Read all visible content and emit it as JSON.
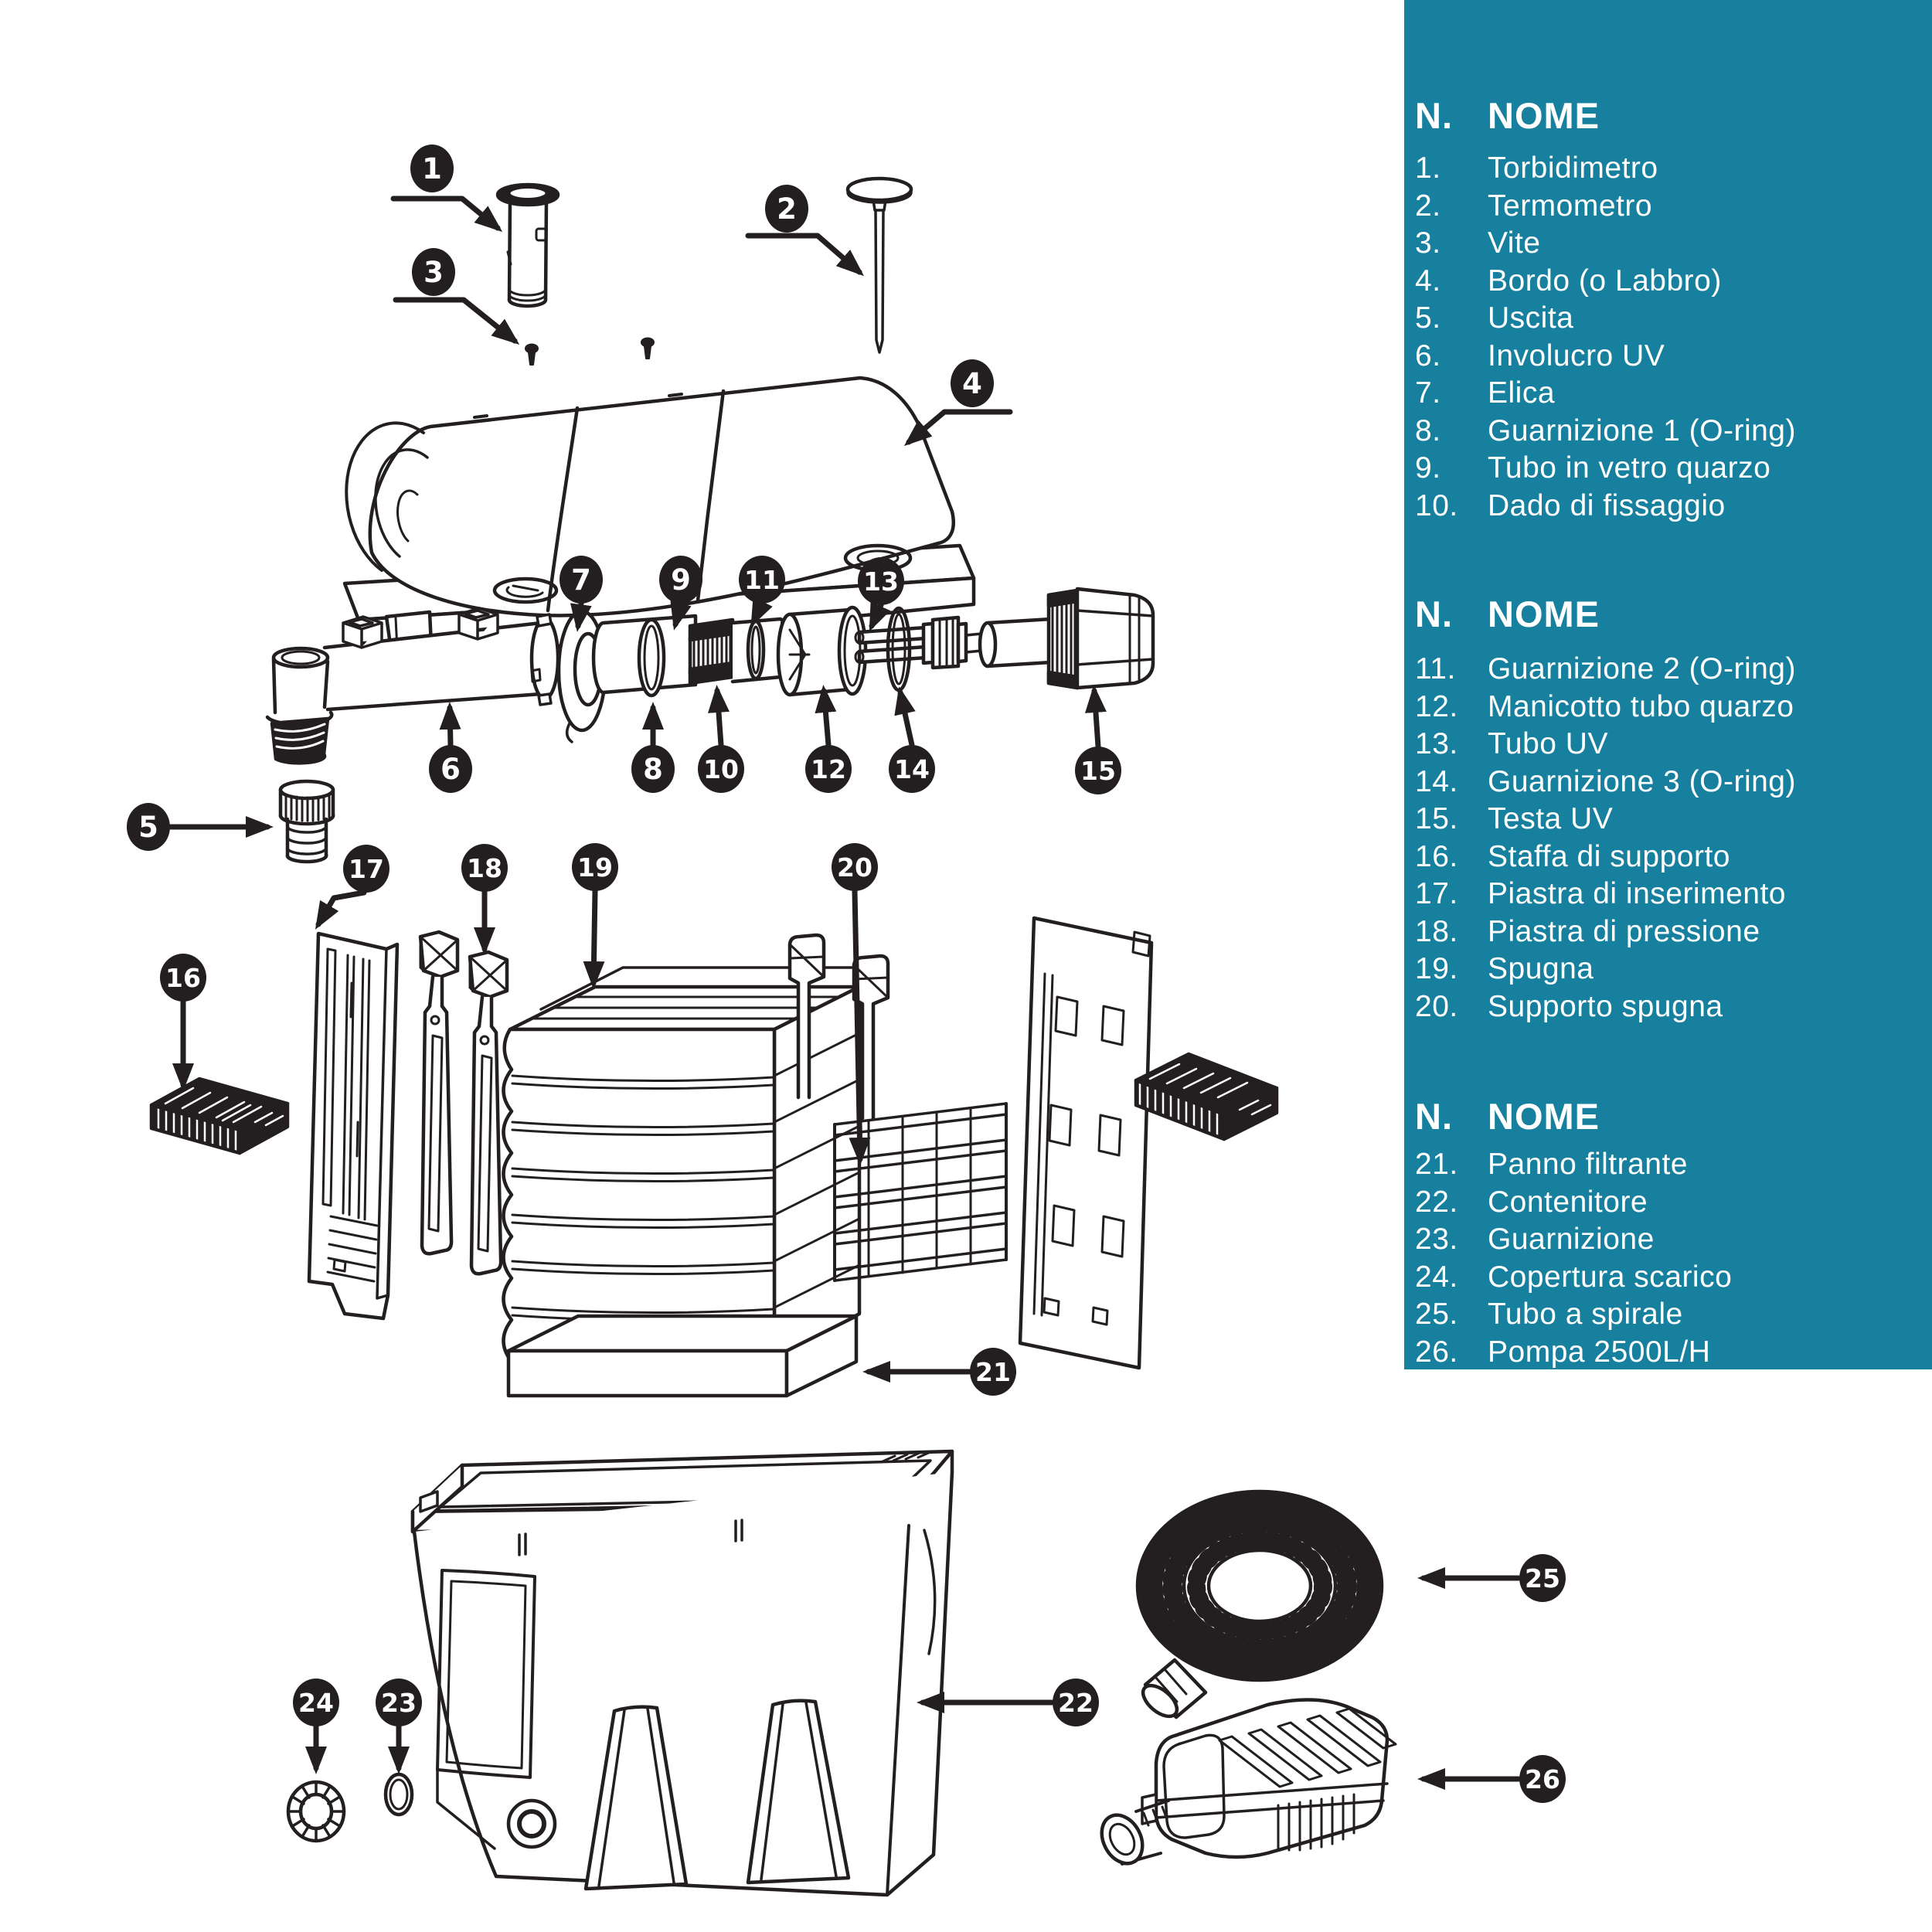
{
  "sidebar": {
    "bg_color": "#17809E",
    "text_color": "#ffffff",
    "tables": [
      {
        "header": {
          "num": "N.",
          "name": "NOME"
        },
        "rows": [
          {
            "num": "1.",
            "name": "Torbidimetro"
          },
          {
            "num": "2.",
            "name": "Termometro"
          },
          {
            "num": "3.",
            "name": "Vite"
          },
          {
            "num": "4.",
            "name": "Bordo (o Labbro)"
          },
          {
            "num": "5.",
            "name": "Uscita"
          },
          {
            "num": "6.",
            "name": "Involucro UV"
          },
          {
            "num": "7.",
            "name": "Elica"
          },
          {
            "num": "8.",
            "name": "Guarnizione 1 (O-ring)"
          },
          {
            "num": "9.",
            "name": "Tubo in vetro quarzo"
          },
          {
            "num": "10.",
            "name": "Dado di fissaggio"
          }
        ]
      },
      {
        "header": {
          "num": "N.",
          "name": "NOME"
        },
        "rows": [
          {
            "num": "11.",
            "name": "Guarnizione 2 (O-ring)"
          },
          {
            "num": "12.",
            "name": "Manicotto tubo quarzo"
          },
          {
            "num": "13.",
            "name": "Tubo UV"
          },
          {
            "num": "14.",
            "name": "Guarnizione 3 (O-ring)"
          },
          {
            "num": "15.",
            "name": "Testa UV"
          },
          {
            "num": "16.",
            "name": "Staffa di supporto"
          },
          {
            "num": "17.",
            "name": "Piastra di inserimento"
          },
          {
            "num": "18.",
            "name": "Piastra di pressione"
          },
          {
            "num": "19.",
            "name": "Spugna"
          },
          {
            "num": "20.",
            "name": "Supporto spugna"
          }
        ]
      },
      {
        "header": {
          "num": "N.",
          "name": "NOME"
        },
        "rows": [
          {
            "num": "21.",
            "name": "Panno filtrante"
          },
          {
            "num": "22.",
            "name": "Contenitore"
          },
          {
            "num": "23.",
            "name": "Guarnizione"
          },
          {
            "num": "24.",
            "name": "Copertura scarico"
          },
          {
            "num": "25.",
            "name": "Tubo a spirale"
          },
          {
            "num": "26.",
            "name": "Pompa 2500L/H"
          }
        ]
      }
    ]
  },
  "diagram": {
    "stroke_color": "#231f20",
    "balloons": [
      {
        "num": "1"
      },
      {
        "num": "2"
      },
      {
        "num": "3"
      },
      {
        "num": "4"
      },
      {
        "num": "5"
      },
      {
        "num": "6"
      },
      {
        "num": "7"
      },
      {
        "num": "8"
      },
      {
        "num": "9"
      },
      {
        "num": "10"
      },
      {
        "num": "11"
      },
      {
        "num": "12"
      },
      {
        "num": "13"
      },
      {
        "num": "14"
      },
      {
        "num": "15"
      },
      {
        "num": "16"
      },
      {
        "num": "17"
      },
      {
        "num": "18"
      },
      {
        "num": "19"
      },
      {
        "num": "20"
      },
      {
        "num": "21"
      },
      {
        "num": "22"
      },
      {
        "num": "23"
      },
      {
        "num": "24"
      },
      {
        "num": "25"
      },
      {
        "num": "26"
      }
    ]
  }
}
